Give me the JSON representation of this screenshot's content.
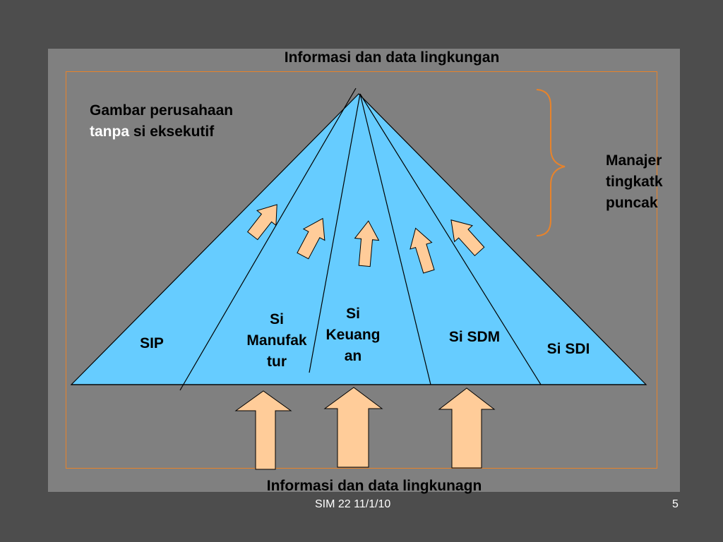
{
  "slide": {
    "title_top": "Informasi dan data lingkungan",
    "title_bottom": "Informasi dan data lingkunagn",
    "caption": {
      "line1": "Gambar perusahaan",
      "line2_highlight": "tanpa",
      "line2_rest": " si eksekutif"
    },
    "side_label": {
      "line1": "Manajer",
      "line2": "tingkatk",
      "line3": "puncak"
    },
    "segments": {
      "sip": "SIP",
      "manufaktur": {
        "line1": "Si",
        "line2": "Manufak",
        "line3": "tur"
      },
      "keuangan": {
        "line1": "Si",
        "line2": "Keuang",
        "line3": "an"
      },
      "sdm": "Si SDM",
      "sdi": "Si SDI"
    },
    "footer": {
      "left": "SIM 22 11/1/10",
      "page_number": "5"
    }
  },
  "colors": {
    "background": "#4d4d4d",
    "panel": "#808080",
    "frame_border": "#e8832a",
    "pyramid_fill": "#66ccff",
    "arrow_fill": "#ffcc99"
  }
}
